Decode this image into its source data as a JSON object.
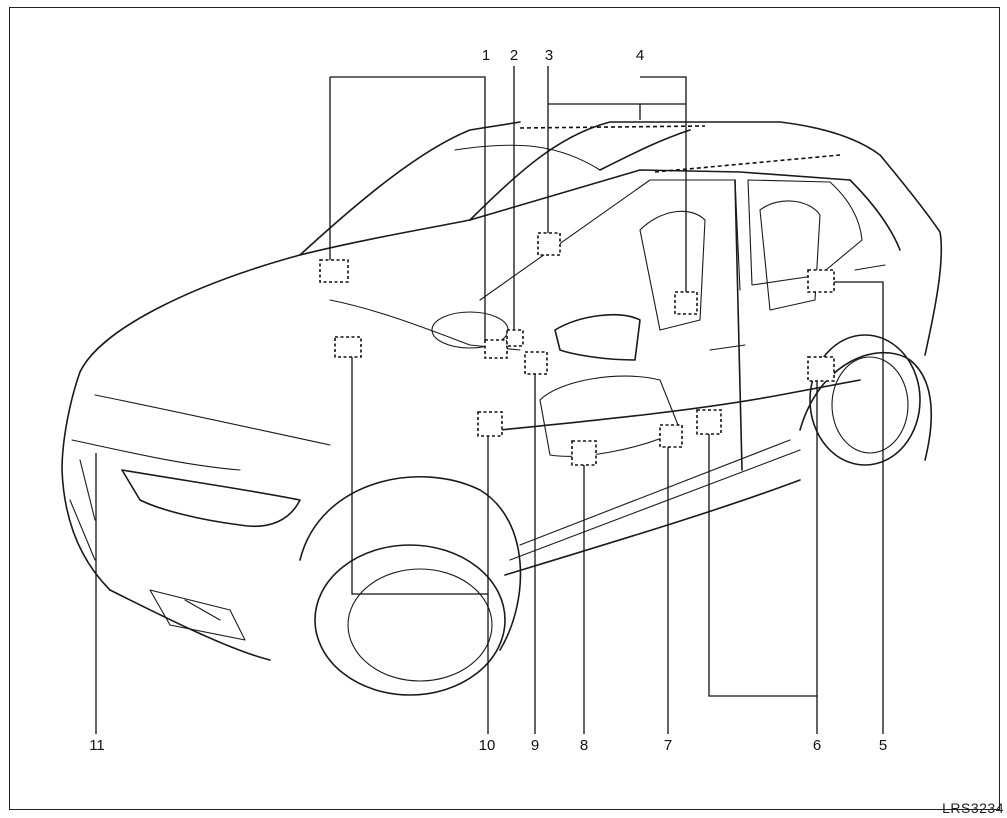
{
  "diagram": {
    "figure_code": "LRS3234",
    "callouts": [
      {
        "id": "1",
        "label": "1"
      },
      {
        "id": "2",
        "label": "2"
      },
      {
        "id": "3",
        "label": "3"
      },
      {
        "id": "4",
        "label": "4"
      },
      {
        "id": "5",
        "label": "5"
      },
      {
        "id": "6",
        "label": "6"
      },
      {
        "id": "7",
        "label": "7"
      },
      {
        "id": "8",
        "label": "8"
      },
      {
        "id": "9",
        "label": "9"
      },
      {
        "id": "10",
        "label": "10"
      },
      {
        "id": "11",
        "label": "11"
      }
    ]
  }
}
